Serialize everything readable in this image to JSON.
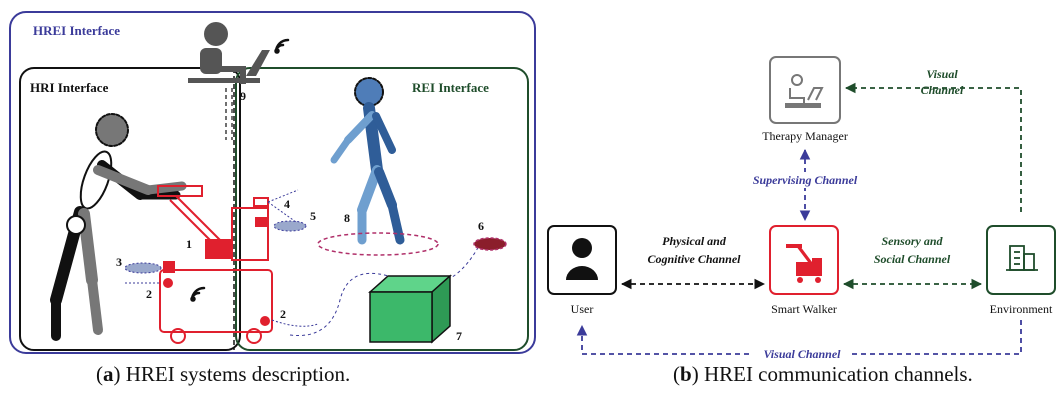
{
  "panel_a": {
    "hrei_title": "HREI Interface",
    "hri_title": "HRI Interface",
    "rei_title": "REI Interface",
    "markers": [
      "1",
      "2",
      "2",
      "3",
      "4",
      "5",
      "6",
      "7",
      "8",
      "9"
    ],
    "caption": {
      "letter": "a",
      "text": "HREI systems description."
    }
  },
  "panel_b": {
    "nodes": {
      "therapy_manager": "Therapy Manager",
      "user": "User",
      "smart_walker": "Smart Walker",
      "environment": "Environment"
    },
    "channels": {
      "visual_top": [
        "Visual",
        "Channel"
      ],
      "supervising": "Supervising Channel",
      "physical": [
        "Physical and",
        "Cognitive Channel"
      ],
      "sensory": [
        "Sensory and",
        "Social Channel"
      ],
      "visual_bottom": "Visual Channel"
    },
    "caption": {
      "letter": "b",
      "text": "HREI communication channels."
    }
  },
  "colors": {
    "blue": "#3b3b9a",
    "green": "#1f4d2b",
    "red": "#e0202e",
    "gray": "#777777",
    "black": "#111111",
    "box_green": "#3cb86a",
    "person_blue": "#4f7db8"
  },
  "icons": [
    "person-icon",
    "therapist-computer-icon",
    "walker-icon",
    "building-icon",
    "wifi-icon"
  ]
}
